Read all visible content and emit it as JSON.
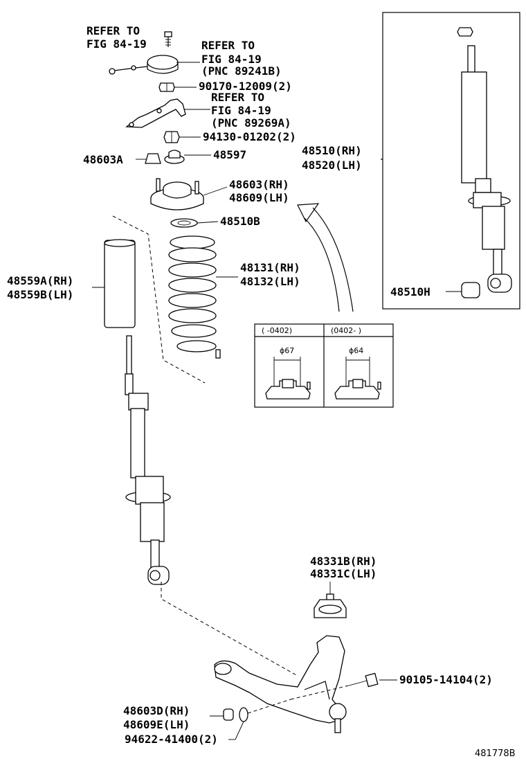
{
  "labels": {
    "refer_top_1": "REFER TO",
    "refer_top_2": "FIG 84-19",
    "refer_a_1": "REFER TO",
    "refer_a_2": "FIG 84-19",
    "refer_a_3": "(PNC 89241B)",
    "p90170": "90170-12009(2)",
    "refer_b_1": "REFER TO",
    "refer_b_2": "FIG 84-19",
    "refer_b_3": "(PNC 89269A)",
    "p94130": "94130-01202(2)",
    "p48597": "48597",
    "p48603A": "48603A",
    "p48603_rh": "48603(RH)",
    "p48609_lh": "48609(LH)",
    "p48510B": "48510B",
    "p48131_rh": "48131(RH)",
    "p48132_lh": "48132(LH)",
    "p48559A_rh": "48559A(RH)",
    "p48559B_lh": "48559B(LH)",
    "p48510_rh": "48510(RH)",
    "p48520_lh": "48520(LH)",
    "p48510H": "48510H",
    "p48331B_rh": "48331B(RH)",
    "p48331C_lh": "48331C(LH)",
    "p90105": "90105-14104(2)",
    "p48603D_rh": "48603D(RH)",
    "p48609E_lh": "48609E(LH)",
    "p94622": "94622-41400(2)",
    "figure_id": "481778B"
  },
  "detail_table": {
    "col1_header": "(   -0402)",
    "col2_header": "(0402-   )",
    "col1_dim": "ϕ67",
    "col2_dim": "ϕ64"
  }
}
